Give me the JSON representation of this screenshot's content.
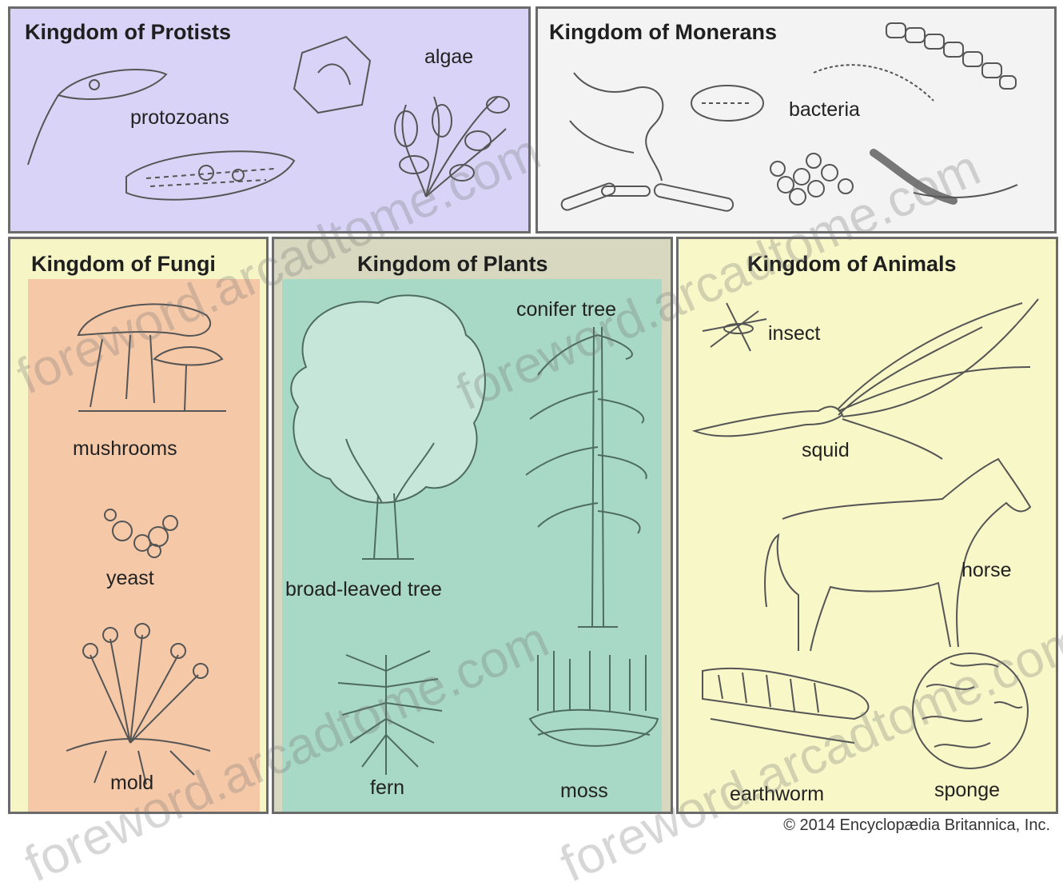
{
  "kingdoms": {
    "protists": {
      "title": "Kingdom of Protists",
      "labels": {
        "algae": "algae",
        "protozoans": "protozoans"
      }
    },
    "monerans": {
      "title": "Kingdom of Monerans",
      "labels": {
        "bacteria": "bacteria"
      }
    },
    "fungi": {
      "title": "Kingdom of Fungi",
      "labels": {
        "mushrooms": "mushrooms",
        "yeast": "yeast",
        "mold": "mold"
      }
    },
    "plants": {
      "title": "Kingdom of Plants",
      "labels": {
        "conifer": "conifer tree",
        "broadleaf": "broad-leaved tree",
        "fern": "fern",
        "moss": "moss"
      }
    },
    "animals": {
      "title": "Kingdom of Animals",
      "labels": {
        "insect": "insect",
        "squid": "squid",
        "horse": "horse",
        "earthworm": "earthworm",
        "sponge": "sponge"
      }
    }
  },
  "watermark": "foreword.arcadtome.com",
  "credit": "© 2014 Encyclopædia Britannica, Inc.",
  "colors": {
    "protists_bg": "#d9d4f7",
    "monerans_bg": "#f3f3f3",
    "fungi_bg": "#f5c9a8",
    "plants_bg": "#a8d8c6",
    "animals_bg": "#f7f7c8",
    "line": "#555555"
  }
}
